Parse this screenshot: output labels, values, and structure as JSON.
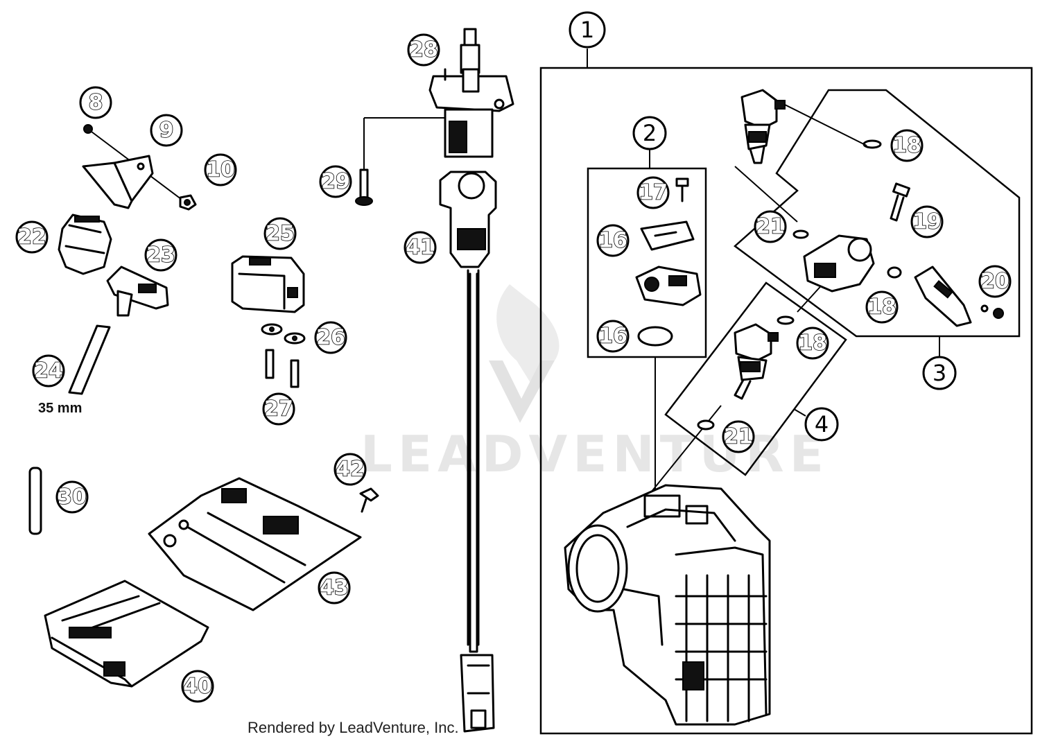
{
  "watermark": {
    "brand": "LEADVENTURE"
  },
  "credit": "Rendered by LeadVenture, Inc.",
  "dimension_label": "35 mm",
  "callouts": {
    "c1": "1",
    "c2": "2",
    "c3": "3",
    "c4": "4",
    "c8": "8",
    "c9": "9",
    "c10": "10",
    "c16a": "16",
    "c16b": "16",
    "c17": "17",
    "c18a": "18",
    "c18b": "18",
    "c18c": "18",
    "c19": "19",
    "c20": "20",
    "c21a": "21",
    "c21b": "21",
    "c22": "22",
    "c23": "23",
    "c24": "24",
    "c25": "25",
    "c26": "26",
    "c27": "27",
    "c28": "28",
    "c29": "29",
    "c30": "30",
    "c40": "40",
    "c41": "41",
    "c42": "42",
    "c43": "43"
  }
}
